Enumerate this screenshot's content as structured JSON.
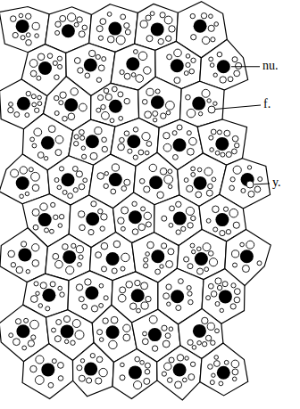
{
  "diagram": {
    "labels": [
      "nu.",
      "f.",
      "y."
    ]
  }
}
